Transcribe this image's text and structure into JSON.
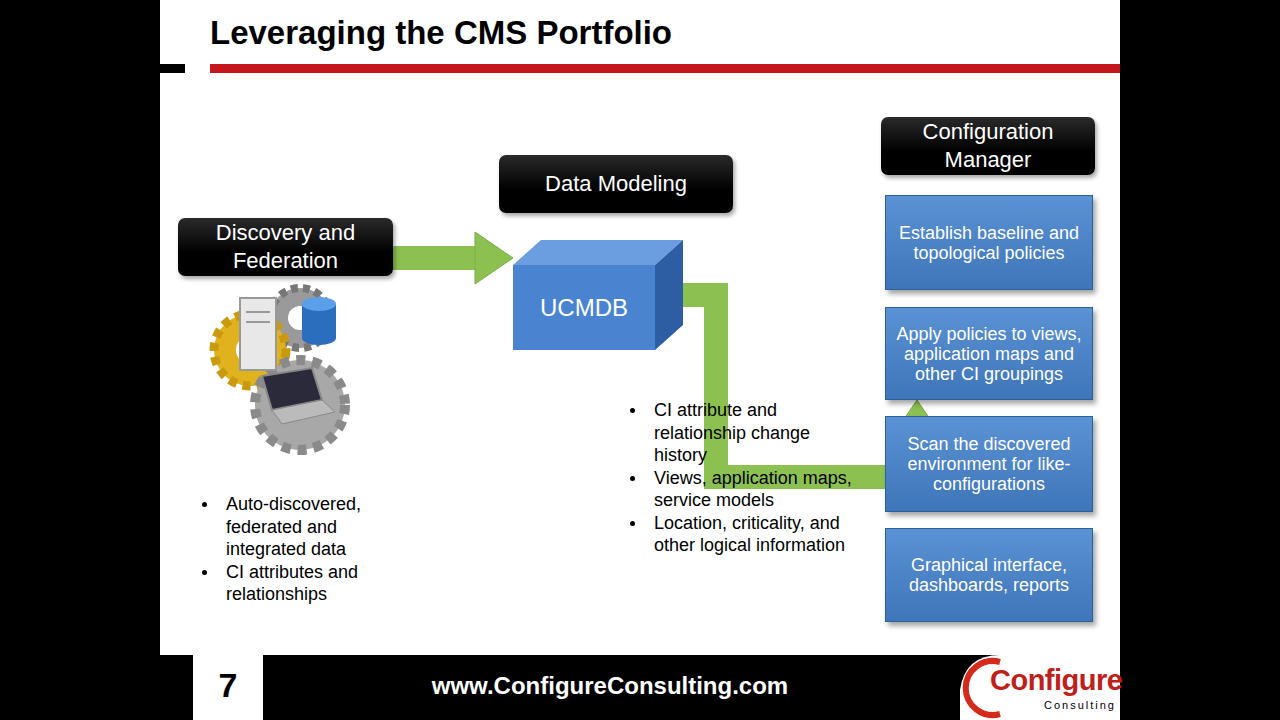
{
  "diagram": {
    "title": "Leveraging the CMS Portfolio",
    "nodes": [
      {
        "text": [
          "Discovery and Federation"
        ]
      },
      {
        "text": [
          "Data Modeling"
        ]
      },
      {
        "text": [
          "UCMDB"
        ]
      },
      {
        "text": [
          "Configuration Manager"
        ]
      },
      {
        "text": [
          "Establish baseline and topological policies"
        ]
      },
      {
        "text": [
          "Apply policies to views, application maps and other CI groupings"
        ]
      },
      {
        "text": [
          "Scan the discovered environment for like-configurations"
        ]
      },
      {
        "text": [
          "Graphical interface, dashboards, reports"
        ]
      }
    ],
    "edges": [
      {
        "from": 0,
        "to": 2,
        "arrow": "to"
      },
      {
        "from": 2,
        "to": 5,
        "arrow": "to"
      }
    ],
    "labels": [
      "Auto-discovered, federated and integrated data",
      "CI attributes and relationships",
      "CI attribute and relationship change history",
      "Views, application maps, service models",
      "Location, criticality, and other logical information",
      "7",
      "www.ConfigureConsulting.com",
      "Configure",
      "Consulting"
    ]
  }
}
